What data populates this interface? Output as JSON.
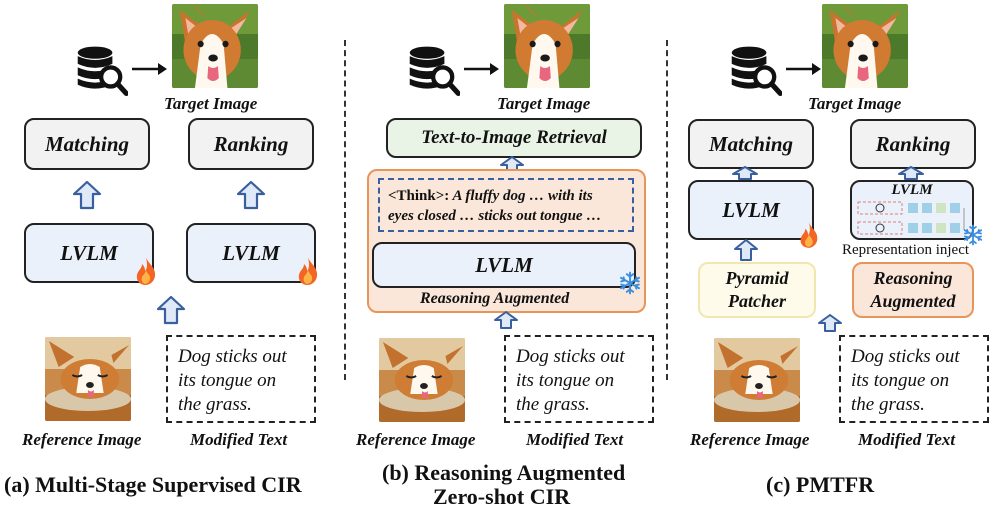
{
  "panel_a": {
    "target_label": "Target Image",
    "matching": "Matching",
    "ranking": "Ranking",
    "lvlm_left": "LVLM",
    "lvlm_right": "LVLM",
    "reference_label": "Reference Image",
    "modified_label": "Modified Text",
    "query_text": "Dog sticks out its tongue on the grass.",
    "caption": "(a) Multi-Stage Supervised CIR"
  },
  "panel_b": {
    "target_label": "Target Image",
    "retrieval": "Text-to-Image Retrieval",
    "think_tag": "<Think>:",
    "think_line1": " A fluffy dog … with its",
    "think_line2": "eyes closed … sticks out tongue …",
    "lvlm": "LVLM",
    "reasoning_label": "Reasoning Augmented",
    "reference_label": "Reference Image",
    "modified_label": "Modified Text",
    "query_text": "Dog sticks out its tongue on the grass.",
    "caption_line1": "(b) Reasoning Augmented",
    "caption_line2": "Zero-shot CIR"
  },
  "panel_c": {
    "target_label": "Target Image",
    "matching": "Matching",
    "ranking": "Ranking",
    "lvlm": "LVLM",
    "lvlm_small": "LVLM",
    "rep_inject": "Representation inject",
    "pyramid_line1": "Pyramid",
    "pyramid_line2": "Patcher",
    "reasoning_line1": "Reasoning",
    "reasoning_line2": "Augmented",
    "reference_label": "Reference Image",
    "modified_label": "Modified Text",
    "query_text": "Dog sticks out its tongue on the grass.",
    "caption": "(c) PMTFR"
  },
  "colors": {
    "lvlm_fill": "#eaf1fa",
    "retrieval_fill": "#e9f4e6",
    "reasoning_fill": "#fbe7d9",
    "reasoning_border": "#e8955a",
    "pyramid_fill": "#fffbea",
    "pyramid_border": "#f2e6b0",
    "arrow_fill": "#dfe9f8",
    "arrow_stroke": "#3a5f9e"
  },
  "icons": [
    "database-search-icon",
    "fire-icon",
    "snowflake-icon",
    "arrow-right-icon",
    "arrow-up-icon"
  ]
}
